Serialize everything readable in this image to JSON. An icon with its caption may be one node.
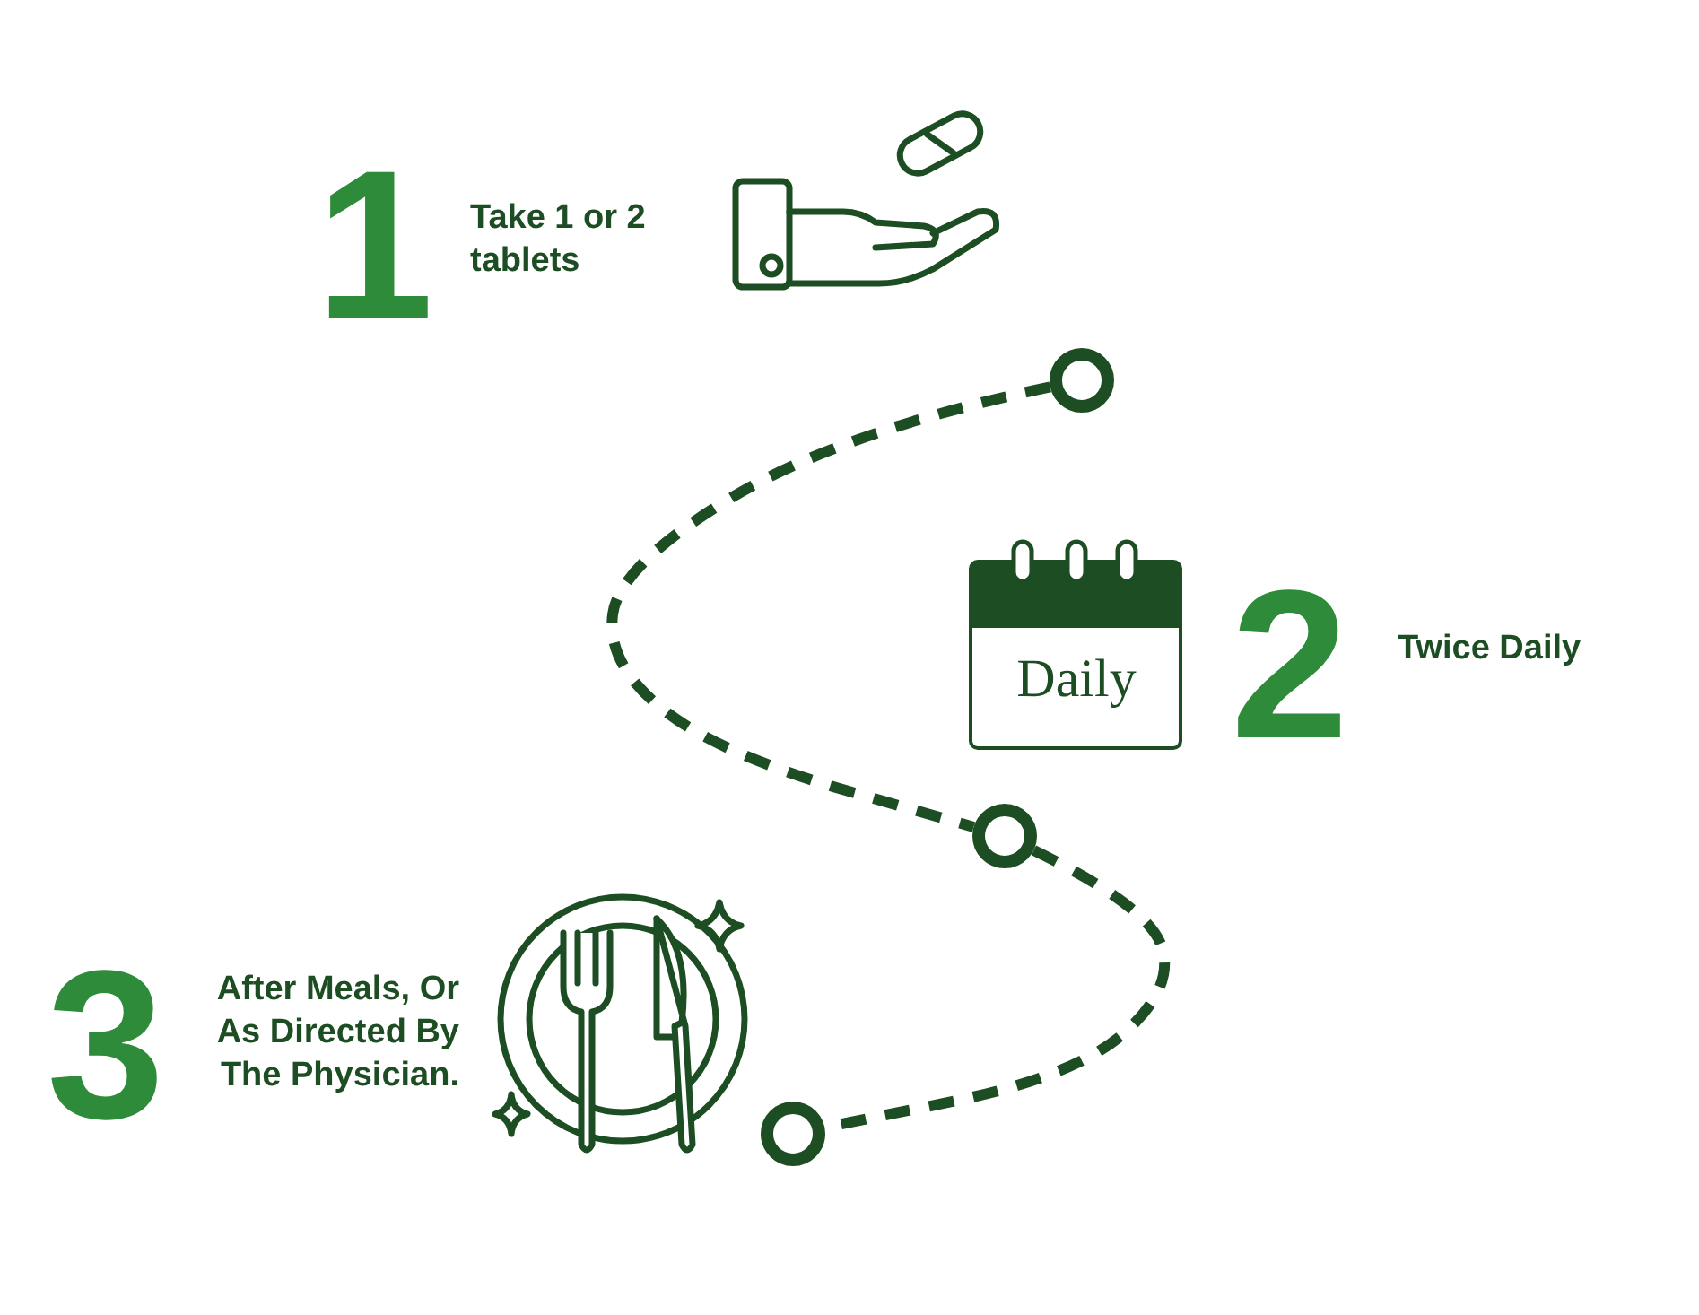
{
  "diagram": {
    "nodes": [
      {
        "text": [],
        "shape": "circle"
      },
      {
        "text": [],
        "shape": "circle"
      },
      {
        "text": [],
        "shape": "circle"
      }
    ],
    "edges": [
      {
        "from": 0,
        "to": 1,
        "arrow": "none",
        "style": "dashed"
      },
      {
        "from": 1,
        "to": 2,
        "arrow": "none",
        "style": "dashed"
      }
    ],
    "labels": [
      "1",
      "Take 1 or 2 tablets",
      "Daily",
      "2",
      "Twice Daily",
      "3",
      "After Meals, Or As Directed By The Physician."
    ]
  }
}
